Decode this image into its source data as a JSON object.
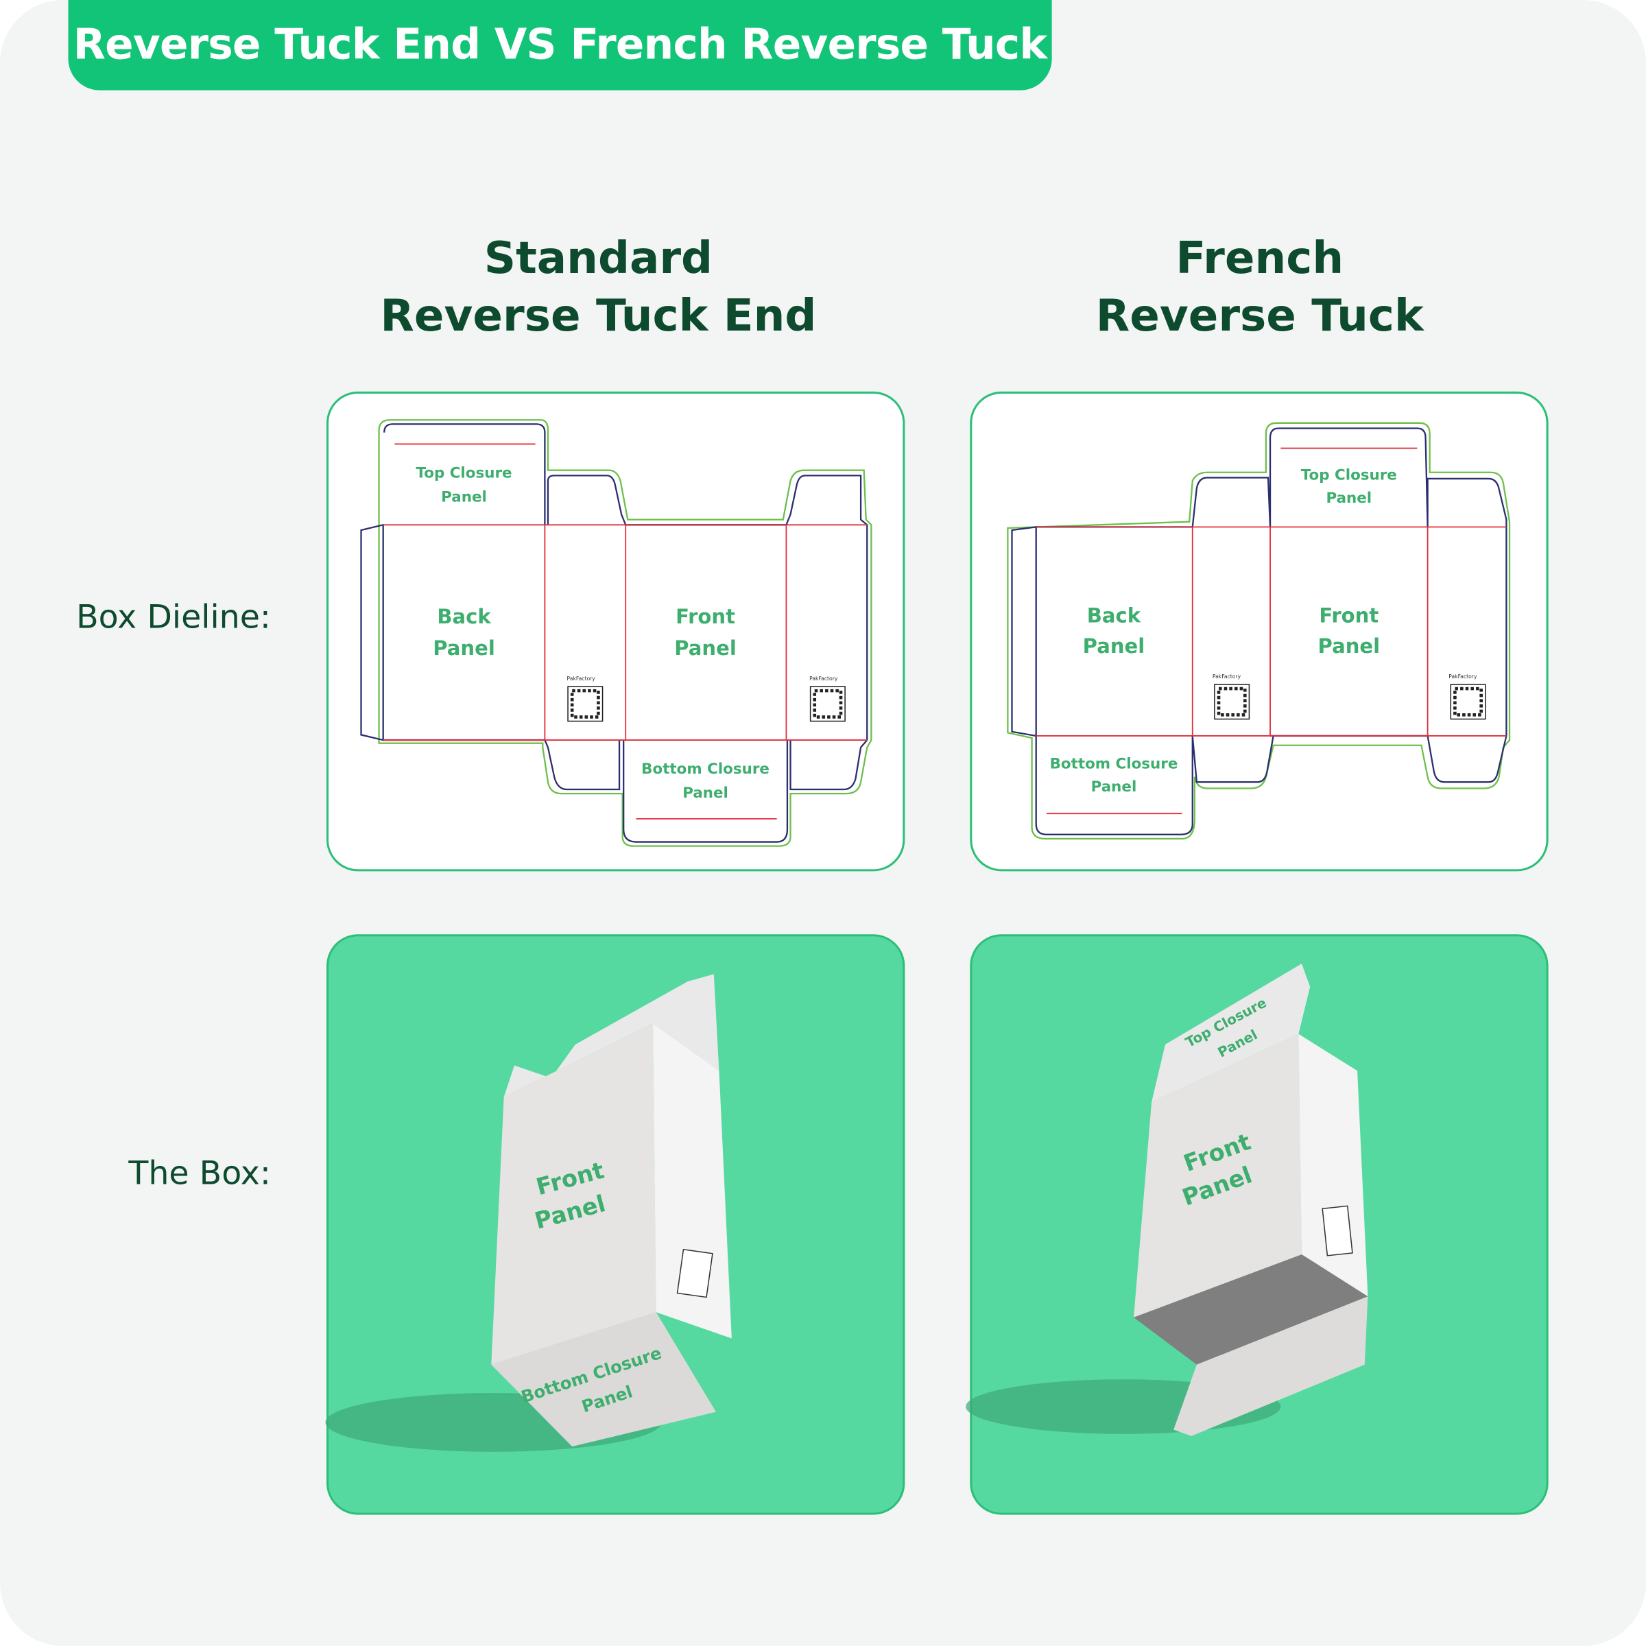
{
  "banner": {
    "title": "Reverse Tuck End VS French Reverse Tuck"
  },
  "columns": [
    {
      "line1": "Standard",
      "line2": "Reverse Tuck End"
    },
    {
      "line1": "French",
      "line2": "Reverse Tuck"
    }
  ],
  "rows": {
    "dieline_label": "Box Dieline:",
    "box_label": "The Box:"
  },
  "dieline": {
    "top_closure": [
      "Top Closure",
      "Panel"
    ],
    "back": [
      "Back",
      "Panel"
    ],
    "front": [
      "Front",
      "Panel"
    ],
    "bottom_closure": [
      "Bottom Closure",
      "Panel"
    ],
    "brand": "PakFactory"
  },
  "colors": {
    "brand_green": "#12c477",
    "heading": "#0d4a2e",
    "cut_line": "#2b2f6e",
    "fold_line": "#e0303a",
    "bleed_line": "#6cc04a",
    "photo_bg": "#55d9a0"
  }
}
